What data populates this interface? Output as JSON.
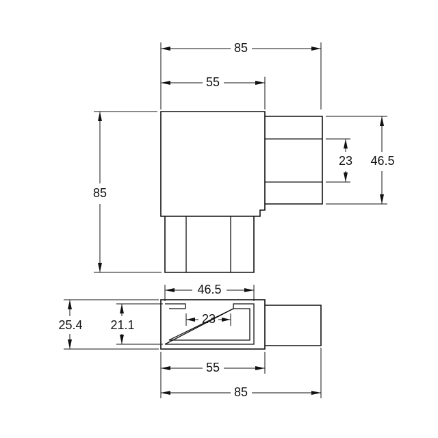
{
  "dimensions": {
    "top_view": {
      "overall_width": "85",
      "body_width": "55",
      "overall_height": "85",
      "tube_height": "46.5",
      "slot_height": "23"
    },
    "section_view": {
      "inner_width": "46.5",
      "slot_width": "23",
      "outer_height": "25.4",
      "inner_height": "21.1",
      "body_width": "55",
      "overall_width": "85"
    }
  }
}
